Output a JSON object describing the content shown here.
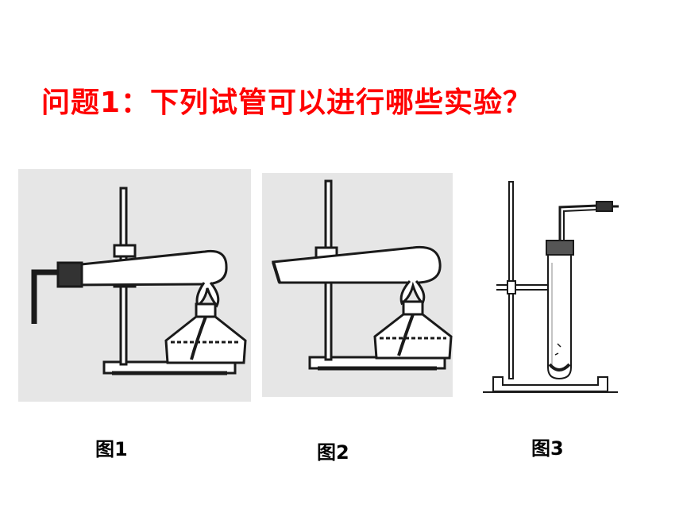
{
  "question": "问题1：下列试管可以进行哪些实验？",
  "figures": [
    {
      "caption": "图1"
    },
    {
      "caption": "图2"
    },
    {
      "caption": "图3"
    }
  ],
  "colors": {
    "title": "#ff0000",
    "scan_background": "#e6e6e6",
    "ink": "#1a1a1a"
  }
}
